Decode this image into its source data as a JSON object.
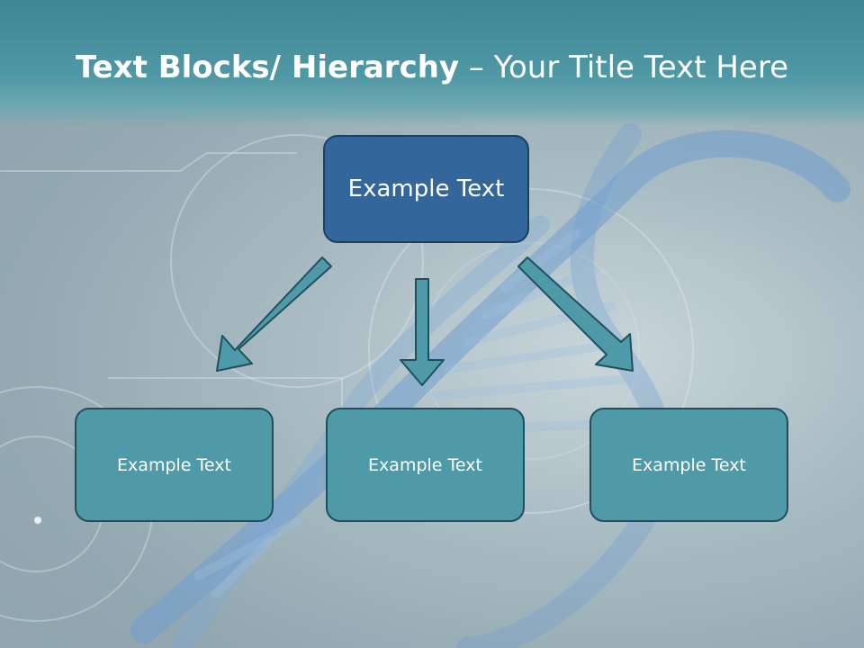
{
  "title": {
    "bold_part": "Text Blocks/ Hierarchy",
    "rest_part": " – Your Title Text Here"
  },
  "diagram": {
    "top_box": "Example Text",
    "children": [
      "Example Text",
      "Example Text",
      "Example Text"
    ]
  },
  "colors": {
    "title_bar": "#4f98a5",
    "top_box": "#33679c",
    "child_box": "#4e9aa9",
    "arrow": "#4e9aa9"
  }
}
